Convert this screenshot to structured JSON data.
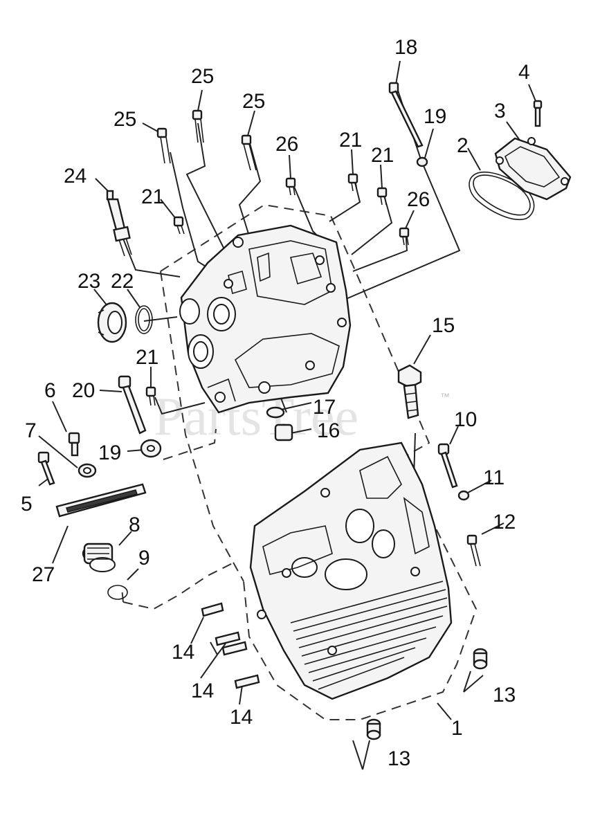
{
  "watermark": {
    "text": "PartsTree",
    "tm": "™"
  },
  "callouts": [
    {
      "id": "c18",
      "label": "18"
    },
    {
      "id": "c4",
      "label": "4"
    },
    {
      "id": "c3",
      "label": "3"
    },
    {
      "id": "c19a",
      "label": "19"
    },
    {
      "id": "c2",
      "label": "2"
    },
    {
      "id": "c25a",
      "label": "25"
    },
    {
      "id": "c25b",
      "label": "25"
    },
    {
      "id": "c25c",
      "label": "25"
    },
    {
      "id": "c26a",
      "label": "26"
    },
    {
      "id": "c21a",
      "label": "21"
    },
    {
      "id": "c21b",
      "label": "21"
    },
    {
      "id": "c24",
      "label": "24"
    },
    {
      "id": "c21c",
      "label": "21"
    },
    {
      "id": "c26b",
      "label": "26"
    },
    {
      "id": "c23",
      "label": "23"
    },
    {
      "id": "c22",
      "label": "22"
    },
    {
      "id": "c15",
      "label": "15"
    },
    {
      "id": "c21d",
      "label": "21"
    },
    {
      "id": "c6",
      "label": "6"
    },
    {
      "id": "c20",
      "label": "20"
    },
    {
      "id": "c17",
      "label": "17"
    },
    {
      "id": "c16",
      "label": "16"
    },
    {
      "id": "c10",
      "label": "10"
    },
    {
      "id": "c7",
      "label": "7"
    },
    {
      "id": "c19b",
      "label": "19"
    },
    {
      "id": "c5",
      "label": "5"
    },
    {
      "id": "c11",
      "label": "11"
    },
    {
      "id": "c12",
      "label": "12"
    },
    {
      "id": "c8",
      "label": "8"
    },
    {
      "id": "c27",
      "label": "27"
    },
    {
      "id": "c9",
      "label": "9"
    },
    {
      "id": "c14a",
      "label": "14"
    },
    {
      "id": "c14b",
      "label": "14"
    },
    {
      "id": "c14c",
      "label": "14"
    },
    {
      "id": "c13a",
      "label": "13"
    },
    {
      "id": "c1",
      "label": "1"
    },
    {
      "id": "c13b",
      "label": "13"
    }
  ]
}
